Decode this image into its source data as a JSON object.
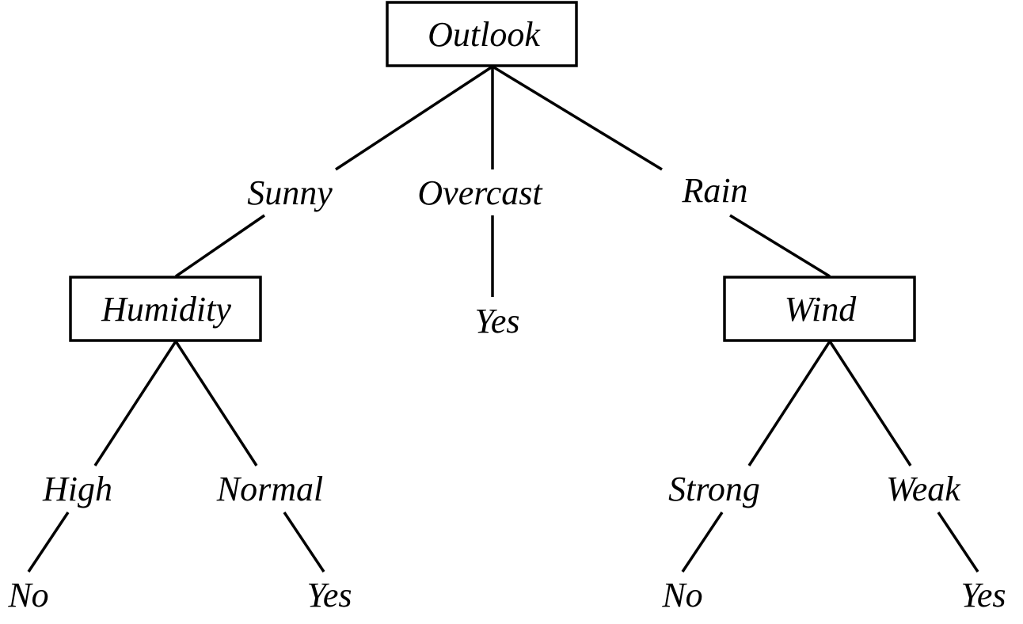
{
  "tree": {
    "root": {
      "label": "Outlook",
      "branches": {
        "sunny": "Sunny",
        "overcast": "Overcast",
        "rain": "Rain"
      }
    },
    "humidity": {
      "label": "Humidity",
      "branches": {
        "high": "High",
        "normal": "Normal"
      }
    },
    "wind": {
      "label": "Wind",
      "branches": {
        "strong": "Strong",
        "weak": "Weak"
      }
    },
    "leaves": {
      "overcast_yes": "Yes",
      "high_no": "No",
      "normal_yes": "Yes",
      "strong_no": "No",
      "weak_yes": "Yes"
    }
  }
}
